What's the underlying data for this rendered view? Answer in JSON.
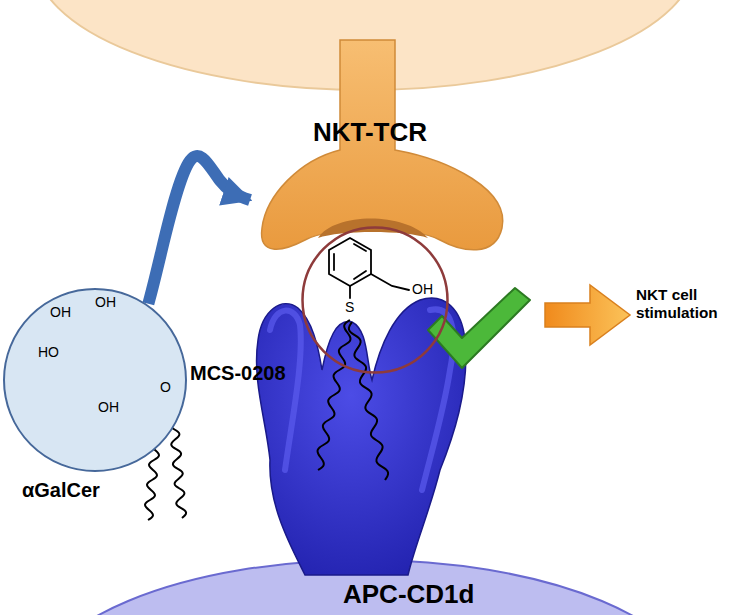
{
  "diagram": {
    "nodes": [
      {
        "text": [
          "NKT-TCR"
        ]
      },
      {
        "text": [
          "OH",
          "OH",
          "HO",
          "OH",
          "O",
          "αGalCer"
        ]
      },
      {
        "text": [
          "S",
          "OH",
          "MCS-0208"
        ]
      },
      {
        "text": [
          "APC-CD1d"
        ]
      }
    ],
    "edges": [
      {
        "from": 1,
        "to": 0,
        "arrow": "to"
      }
    ],
    "labels": [
      "NKT cell stimulation"
    ]
  }
}
